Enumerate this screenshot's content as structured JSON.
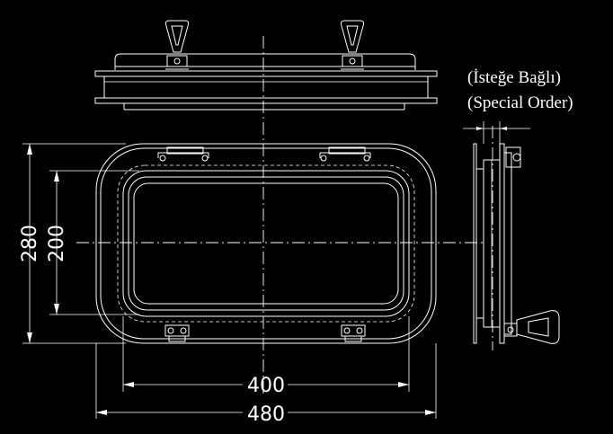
{
  "notes": {
    "optional_tr": "(İsteğe Bağlı)",
    "special_order": "(Special Order)"
  },
  "dimensions": {
    "overall_height": "280",
    "opening_height": "200",
    "opening_width": "400",
    "overall_width": "480"
  },
  "colors": {
    "background": "#000000",
    "lines": "#ffffff"
  }
}
